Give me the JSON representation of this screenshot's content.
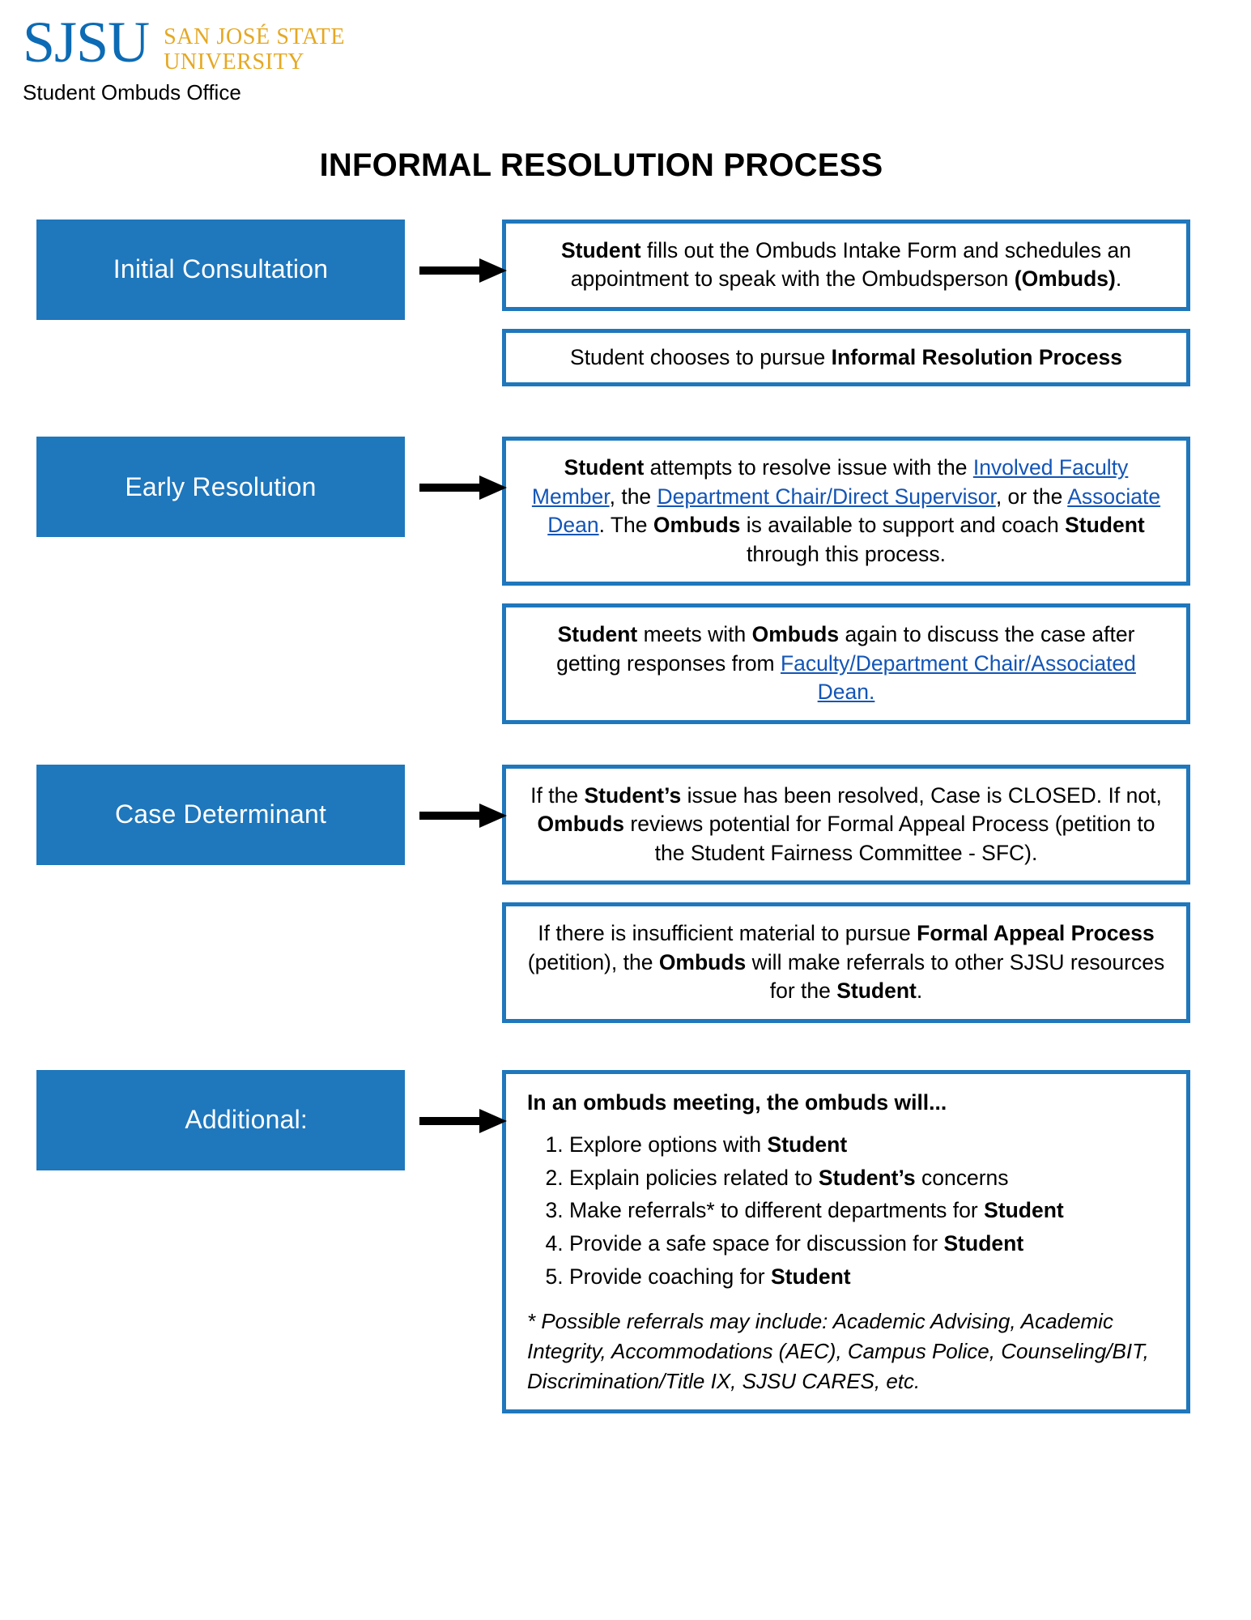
{
  "brand": {
    "logo_mark": "SJSU",
    "logo_line1": "SAN JOSÉ STATE",
    "logo_line2": "UNIVERSITY",
    "office": "Student Ombuds Office",
    "blue": "#1F77BC",
    "gold": "#E5A823",
    "logo_blue": "#0C6BB5",
    "link_blue": "#1355B7"
  },
  "title": "INFORMAL RESOLUTION PROCESS",
  "arrow_icon": "arrow-right-icon",
  "stages": [
    {
      "label": "Initial Consultation",
      "cards": [
        {
          "id": "initial-consultation-card-1",
          "segments": [
            {
              "text": "Student",
              "style": "bold"
            },
            {
              "text": " fills out the Ombuds Intake Form and schedules an appointment to speak with the Ombudsperson ",
              "style": "plain"
            },
            {
              "text": "(Ombuds)",
              "style": "bold"
            },
            {
              "text": ".",
              "style": "plain"
            }
          ]
        },
        {
          "id": "initial-consultation-card-2",
          "segments": [
            {
              "text": "Student chooses to pursue ",
              "style": "plain"
            },
            {
              "text": "Informal Resolution Process",
              "style": "bold"
            }
          ]
        }
      ]
    },
    {
      "label": "Early Resolution",
      "cards": [
        {
          "id": "early-resolution-card-1",
          "segments": [
            {
              "text": "Student",
              "style": "bold"
            },
            {
              "text": " attempts to resolve issue with the ",
              "style": "plain"
            },
            {
              "text": "Involved Faculty Member",
              "style": "link"
            },
            {
              "text": ", the ",
              "style": "plain"
            },
            {
              "text": "Department Chair/Direct Supervisor",
              "style": "link"
            },
            {
              "text": ", or the ",
              "style": "plain"
            },
            {
              "text": "Associate Dean",
              "style": "link"
            },
            {
              "text": ". The ",
              "style": "plain"
            },
            {
              "text": "Ombuds",
              "style": "bold"
            },
            {
              "text": " is available to support and coach ",
              "style": "plain"
            },
            {
              "text": "Student",
              "style": "bold"
            },
            {
              "text": " through this process.",
              "style": "plain"
            }
          ]
        },
        {
          "id": "early-resolution-card-2",
          "segments": [
            {
              "text": "Student",
              "style": "bold"
            },
            {
              "text": " meets with ",
              "style": "plain"
            },
            {
              "text": "Ombuds",
              "style": "bold"
            },
            {
              "text": " again to discuss the case after getting responses from ",
              "style": "plain"
            },
            {
              "text": "Faculty/Department Chair/Associated Dean.",
              "style": "link"
            }
          ]
        }
      ]
    },
    {
      "label": "Case Determinant",
      "cards": [
        {
          "id": "case-determinant-card-1",
          "segments": [
            {
              "text": "If the ",
              "style": "plain"
            },
            {
              "text": "Student’s",
              "style": "bold"
            },
            {
              "text": " issue has been resolved, Case is CLOSED. If not, ",
              "style": "plain"
            },
            {
              "text": "Ombuds",
              "style": "bold"
            },
            {
              "text": " reviews potential for Formal Appeal Process (petition to the Student Fairness Committee - SFC).",
              "style": "plain"
            }
          ]
        },
        {
          "id": "case-determinant-card-2",
          "segments": [
            {
              "text": "If there is insufficient material to pursue ",
              "style": "plain"
            },
            {
              "text": "Formal Appeal Process",
              "style": "bold"
            },
            {
              "text": " (petition), the ",
              "style": "plain"
            },
            {
              "text": "Ombuds",
              "style": "bold"
            },
            {
              "text": " will make referrals to other SJSU resources for the ",
              "style": "plain"
            },
            {
              "text": "Student",
              "style": "bold"
            },
            {
              "text": ".",
              "style": "plain"
            }
          ]
        }
      ]
    }
  ],
  "additional": {
    "label": "Additional:",
    "heading": "In an ombuds meeting, the ombuds will...",
    "steps": [
      [
        {
          "text": "Explore options with ",
          "style": "plain"
        },
        {
          "text": "Student",
          "style": "bold"
        }
      ],
      [
        {
          "text": "Explain policies related to ",
          "style": "plain"
        },
        {
          "text": "Student’s",
          "style": "bold"
        },
        {
          "text": " concerns",
          "style": "plain"
        }
      ],
      [
        {
          "text": "Make referrals* to different departments for ",
          "style": "plain"
        },
        {
          "text": "Student",
          "style": "bold"
        }
      ],
      [
        {
          "text": "Provide a safe space for discussion for ",
          "style": "plain"
        },
        {
          "text": "Student",
          "style": "bold"
        }
      ],
      [
        {
          "text": "Provide coaching for ",
          "style": "plain"
        },
        {
          "text": "Student",
          "style": "bold"
        }
      ]
    ],
    "footnote": "* Possible referrals may include: Academic Advising, Academic Integrity, Accommodations (AEC), Campus Police, Counseling/BIT, Discrimination/Title IX, SJSU CARES, etc."
  }
}
